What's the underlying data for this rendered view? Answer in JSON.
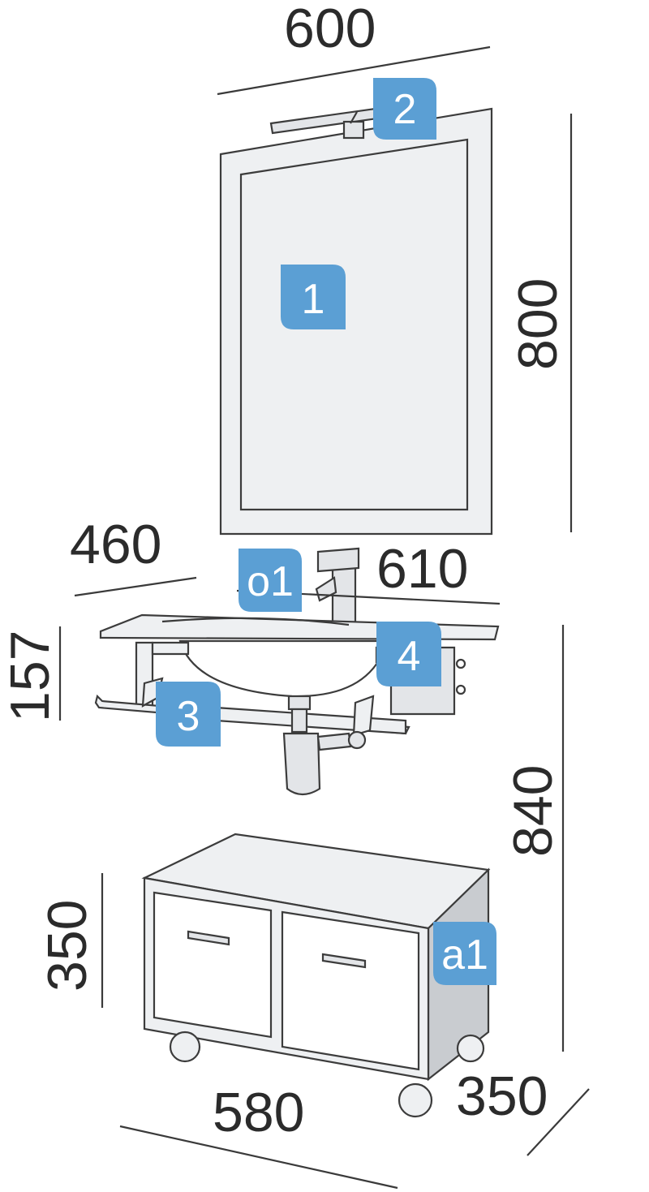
{
  "colors": {
    "badge": "#5b9fd4",
    "badge_text": "#ffffff",
    "outline": "#3c3c3c",
    "panel_light": "#eef0f2",
    "panel_dark": "#c9ccd0",
    "dimension_text": "#2b2b2b"
  },
  "dimensions": {
    "mirror_width": "600",
    "mirror_height": "800",
    "basin_depth": "460",
    "basin_width": "610",
    "basin_height": "157",
    "install_height": "840",
    "cabinet_height": "350",
    "cabinet_width": "580",
    "cabinet_depth": "350"
  },
  "badges": {
    "mirror": "1",
    "lamp": "2",
    "towel_bar": "3",
    "basin": "4",
    "faucet": "o1",
    "cabinet": "a1"
  }
}
